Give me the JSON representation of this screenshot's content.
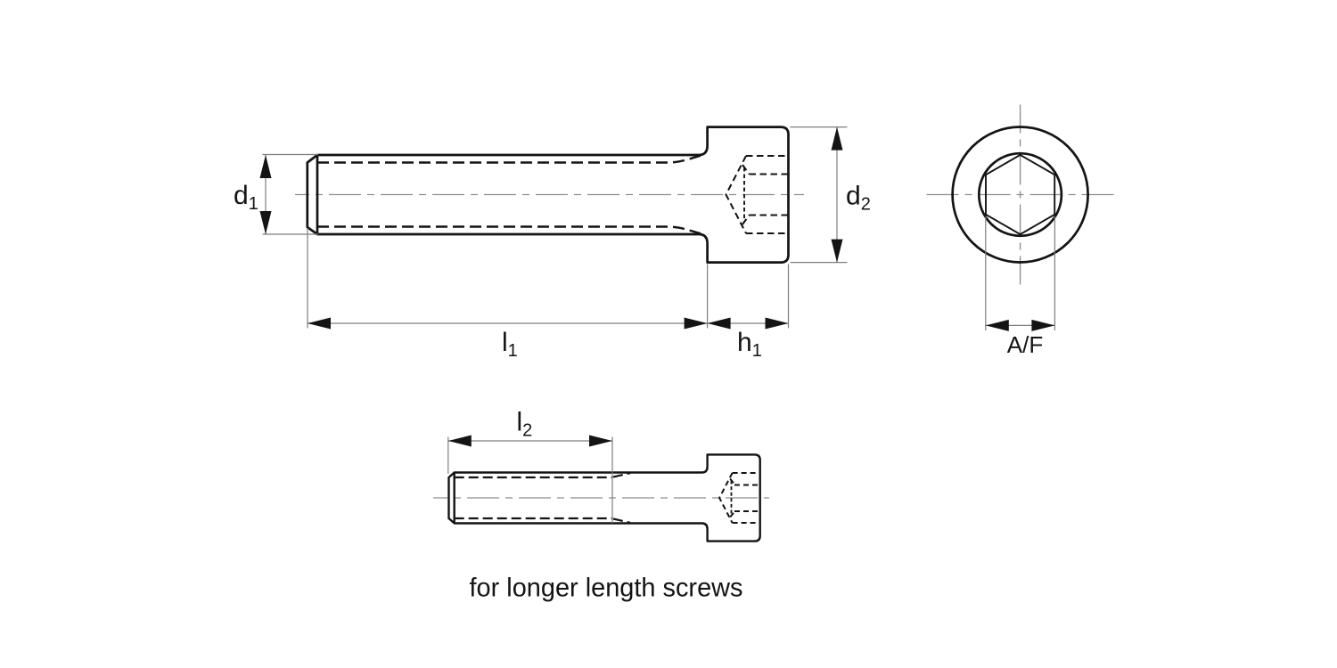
{
  "colors": {
    "background": "#ffffff",
    "line": "#141414",
    "thin_line": "#7e7e7e",
    "centerline": "#8e8e8e",
    "text": "#141414"
  },
  "main_view": {
    "dim_d1": {
      "base": "d",
      "sub": "1"
    },
    "dim_d2": {
      "base": "d",
      "sub": "2"
    },
    "dim_l1": {
      "base": "l",
      "sub": "1"
    },
    "dim_h1": {
      "base": "h",
      "sub": "1"
    }
  },
  "end_view": {
    "dim_af": {
      "label": "A/F"
    }
  },
  "short_view": {
    "dim_l2": {
      "base": "l",
      "sub": "2"
    },
    "caption": "for longer length screws"
  }
}
